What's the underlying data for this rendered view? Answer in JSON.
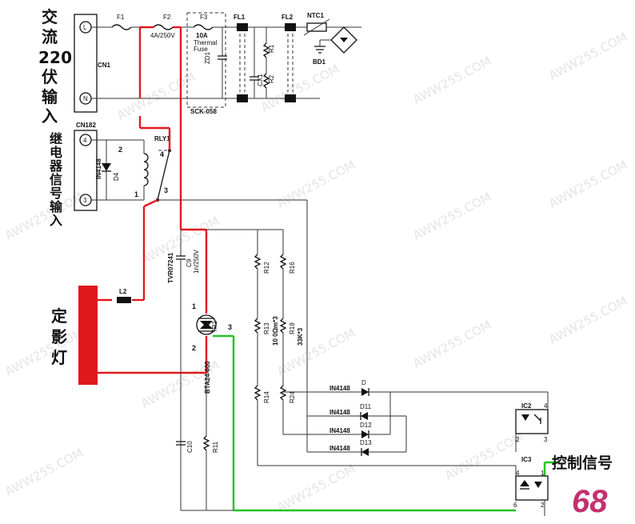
{
  "input_label_lines": [
    "交",
    "流",
    "220",
    "伏",
    "输",
    "入"
  ],
  "relay_input_label_lines": [
    "继",
    "电",
    "器",
    "信",
    "号",
    "输",
    "入"
  ],
  "lamp_label_lines": [
    "定",
    "影",
    "灯"
  ],
  "control_signal_label": "控制信号",
  "connectors": {
    "cn1": {
      "name": "CN1",
      "pin_l": "L",
      "pin_n": "N"
    },
    "cn182": {
      "name": "CN182",
      "pin_4": "4",
      "pin_3": "3"
    }
  },
  "fuses": {
    "f1": "F1",
    "f2": "F2",
    "f2_rating": "4A/250V",
    "f3": "F3",
    "f3_rating": "10A",
    "thermal_line1": "Thermal",
    "thermal_line2": "Fuse",
    "module": "SCK-058",
    "zd": "ZD1"
  },
  "filter": {
    "fl1": "FL1",
    "fl2": "FL2",
    "ntc": "NTC1",
    "cx1": "CX1",
    "r1": "R1",
    "r2": "R2",
    "bd1": "BD1"
  },
  "relay": {
    "name": "RLY1",
    "pin1": "1",
    "pin2": "2",
    "pin3": "3",
    "pin4": "4",
    "diode": "D4",
    "diode_type": "IN4148"
  },
  "triac": {
    "name": "TR1",
    "part": "BTA24-600",
    "pin1": "1",
    "pin2": "2",
    "pin3": "3"
  },
  "snubber": {
    "c9": "C9",
    "c9_rating": "1n/250V",
    "varistor": "TVR07241"
  },
  "inductor": "L2",
  "resistors": {
    "r12": "R12",
    "r16": "R16",
    "r13": "R13",
    "r19": "R19",
    "value_a": "10 0Ωm*3",
    "value_b": "33K*3",
    "r14": "R14",
    "r24": "R24",
    "r11": "R11",
    "c10": "C10"
  },
  "diodes": [
    {
      "type": "IN4148",
      "name": "D"
    },
    {
      "type": "IN4148",
      "name": "D11"
    },
    {
      "type": "IN4148",
      "name": "D12"
    },
    {
      "type": "IN4148",
      "name": "D13"
    }
  ],
  "opto": {
    "ic2": "IC2",
    "ic2_pin4": "4",
    "ic2_pin2": "2",
    "ic2_pin3": "3",
    "ic3": "IC3",
    "ic3_pin4": "4",
    "ic3_pin1": "1",
    "ic3_pin6": "6",
    "ic3_pin2": "2"
  },
  "logo": "68",
  "watermark": "AWW255.COM",
  "colors": {
    "power_path": "#e0191f",
    "control_path": "#23c323",
    "lamp": "#e0191f",
    "logo": "#c2306f"
  }
}
